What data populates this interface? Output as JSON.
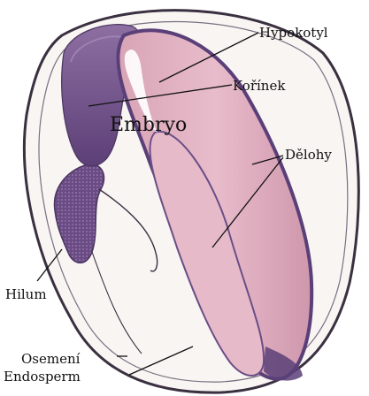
{
  "figure": {
    "labels": {
      "hypokotyl": "Hypokotyl",
      "korinek": "Kořínek",
      "embryo": "Embryo",
      "delohy": "Dělohy",
      "hilum": "Hilum",
      "osemeni": "Osemení",
      "endosperm": "Endosperm"
    },
    "colors": {
      "background": "#ffffff",
      "seed_coat": "#3a3040",
      "cotyledon": "#e2b2c2",
      "cotyledon_edge": "#5a3f78",
      "radicle": "#6e4f86",
      "endosperm": "#f7f3f0"
    }
  }
}
